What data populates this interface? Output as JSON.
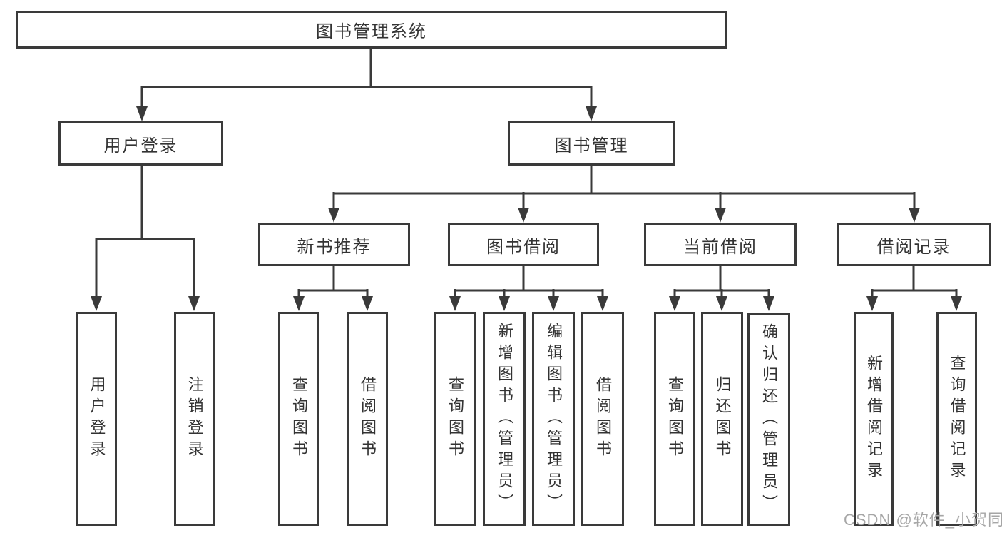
{
  "diagram_title": "图书管理系统",
  "colors": {
    "line": "#3a3a3a",
    "text": "#333333",
    "background": "#ffffff",
    "watermark": "#a6a6a6"
  },
  "tree": {
    "root": "图书管理系统",
    "branches": [
      {
        "label": "用户登录",
        "children": [
          "用户登录",
          "注销登录"
        ]
      },
      {
        "label": "图书管理",
        "groups": [
          {
            "label": "新书推荐",
            "children": [
              "查询图书",
              "借阅图书"
            ]
          },
          {
            "label": "图书借阅",
            "children": [
              "查询图书",
              "新增图书（管理员）",
              "编辑图书（管理员）",
              "借阅图书"
            ]
          },
          {
            "label": "当前借阅",
            "children": [
              "查询图书",
              "归还图书",
              "确认归还（管理员）"
            ]
          },
          {
            "label": "借阅记录",
            "children": [
              "新增借阅记录",
              "查询借阅记录"
            ]
          }
        ]
      }
    ]
  },
  "watermark": "CSDN @软件_小贺同学"
}
